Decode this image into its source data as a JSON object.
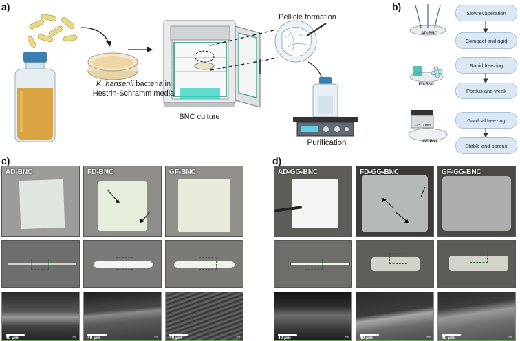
{
  "panels": {
    "a": "a)",
    "b": "b)",
    "c": "c)",
    "d": "d)"
  },
  "panel_a": {
    "bacteria_italic": "K. hansenii",
    "bacteria_rest": " bacteria in",
    "media": "Hestrin-Schramm media",
    "culture": "BNC culture",
    "pellicle": "Pellicle formation",
    "purification": "Purification"
  },
  "panel_b": {
    "methods": [
      {
        "sample": "AD-BNC",
        "steps": [
          "Slow evaporation",
          "Compact and rigid"
        ]
      },
      {
        "sample": "FD-BNC",
        "steps": [
          "Rapid freezing",
          "Porous and weak"
        ]
      },
      {
        "sample": "GF-BNC",
        "note": "-1°C / min",
        "steps": [
          "Gradual freezing",
          "Stable and porous"
        ]
      }
    ]
  },
  "panel_c": {
    "samples": [
      "AD-BNC",
      "FD-BNC",
      "GF-BNC"
    ]
  },
  "panel_d": {
    "samples": [
      "AD-GG-BNC",
      "FD-GG-BNC",
      "GF-GG-BNC"
    ]
  },
  "sem": {
    "scale": "40 μm",
    "tag": "cs"
  },
  "colors": {
    "roi": "#2f6b2a",
    "sem_border": "#6aa05a",
    "pill": "#d9e8f3",
    "culture_medium": "#d9a441"
  }
}
